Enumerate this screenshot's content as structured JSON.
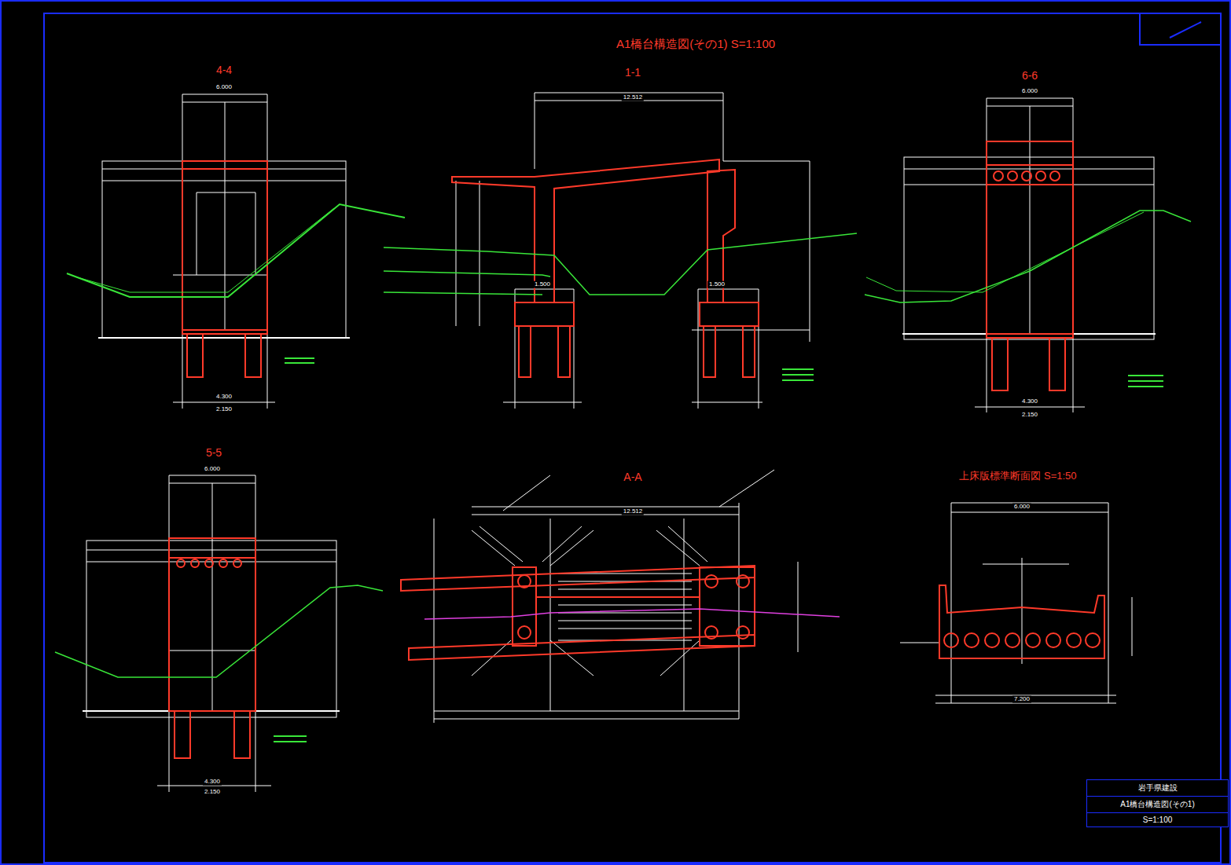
{
  "diagram": {
    "title": "A1橋台構造図(その1) S=1:100",
    "nodes": [
      {
        "text": [
          "岩手県建設",
          "A1橋台構造図(その1)",
          "S=1:100"
        ]
      }
    ],
    "labels": [
      "4-4",
      "1-1",
      "6-6",
      "5-5",
      "A-A",
      "上床版標準断面図 S=1:50",
      "6.000",
      "4.300",
      "2.150",
      "12.512",
      "1.500",
      "1.500",
      "6.000",
      "4.300",
      "2.150",
      "6.000",
      "4.300",
      "2.150",
      "12.512",
      "6.000",
      "7.200"
    ]
  }
}
